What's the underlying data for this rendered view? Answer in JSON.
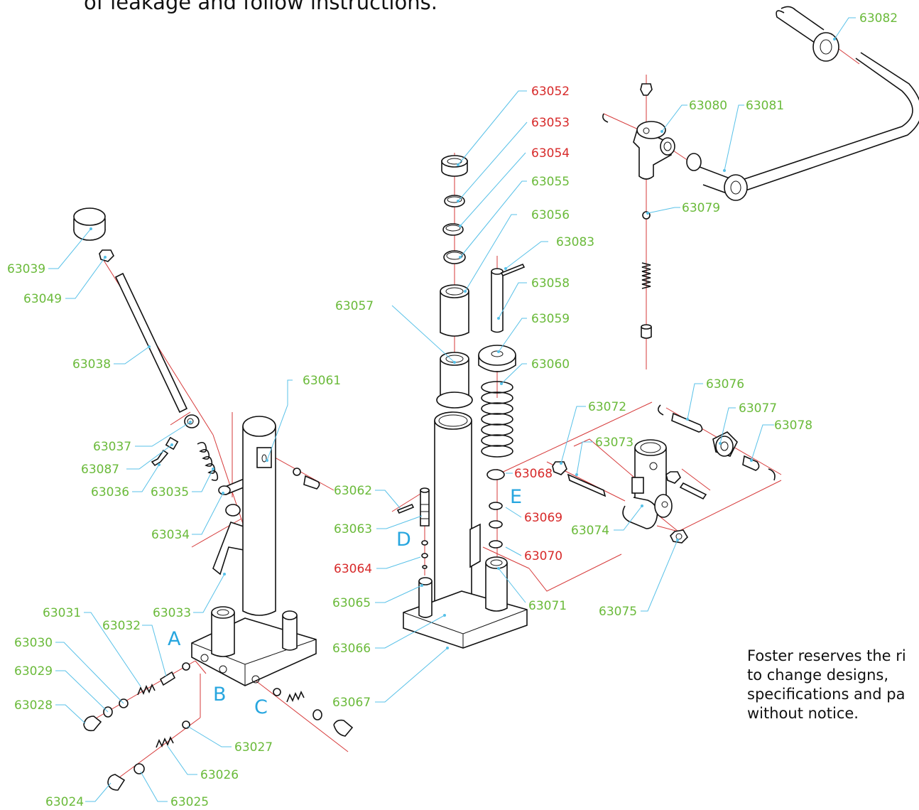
{
  "top_note": "of leakage and follow instructions.",
  "disclaimer": {
    "line1": "Foster reserves the ri",
    "line2": "to change designs,",
    "line3": "specifications and pa",
    "line4": "without notice."
  },
  "section_letters": {
    "A": "A",
    "B": "B",
    "C": "C",
    "D": "D",
    "E": "E"
  },
  "colors": {
    "green_label": "#6aba3a",
    "red_label": "#d72a2a",
    "letter": "#27a6df",
    "leader": "#58c1e8",
    "axis": "#d63a3a"
  },
  "part_labels": {
    "p63082": "63082",
    "p63052": "63052",
    "p63053": "63053",
    "p63054": "63054",
    "p63055": "63055",
    "p63056": "63056",
    "p63083": "63083",
    "p63058": "63058",
    "p63059": "63059",
    "p63060": "63060",
    "p63057": "63057",
    "p63080": "63080",
    "p63081": "63081",
    "p63079": "63079",
    "p63039": "63039",
    "p63049": "63049",
    "p63038": "63038",
    "p63061": "63061",
    "p63037": "63037",
    "p63087": "63087",
    "p63036": "63036",
    "p63035": "63035",
    "p63034": "63034",
    "p63033": "63033",
    "p63031": "63031",
    "p63032": "63032",
    "p63030": "63030",
    "p63029": "63029",
    "p63028": "63028",
    "p63027": "63027",
    "p63026": "63026",
    "p63024": "63024",
    "p63025": "63025",
    "p63062": "63062",
    "p63063": "63063",
    "p63064": "63064",
    "p63065": "63065",
    "p63066": "63066",
    "p63067": "63067",
    "p63068": "63068",
    "p63069": "63069",
    "p63070": "63070",
    "p63071": "63071",
    "p63072": "63072",
    "p63073": "63073",
    "p63074": "63074",
    "p63075": "63075",
    "p63076": "63076",
    "p63077": "63077",
    "p63078": "63078"
  }
}
